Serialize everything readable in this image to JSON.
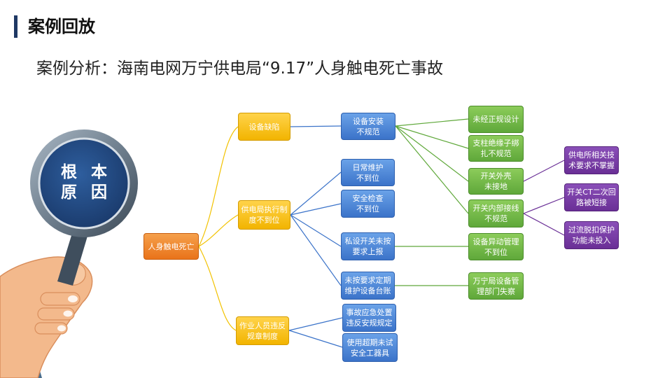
{
  "header": {
    "title": "案例回放",
    "subtitle": "案例分析：海南电网万宁供电局“9.17”人身触电死亡事故"
  },
  "badge": {
    "text": "根 本\n原 因"
  },
  "nodes": {
    "root": "人身触电死亡",
    "l1_defect": "设备缺陷",
    "l1_exec": "供电局执行制\n度不到位",
    "l1_violation": "作业人员违反\n规章制度",
    "l2_install": "设备安装\n不规范",
    "l2_daily": "日常维护\n不到位",
    "l2_safety": "安全检查\n不到位",
    "l2_private": "私设开关未按\n要求上报",
    "l2_ledger": "未按要求定期\n维护设备台账",
    "l2_emergency": "事故应急处置\n违反安规规定",
    "l2_tools": "使用超期未试\n安全工器具",
    "l3_design": "未经正规设计",
    "l3_insulator": "支柱绝缘子绑\n扎不规范",
    "l3_shell": "开关外壳\n未接地",
    "l3_wiring": "开关内部接线\n不规范",
    "l3_change": "设备异动管理\n不到位",
    "l3_mgmt": "万宁局设备管\n理部门失察",
    "l4_tech": "供电所相关技\n术要求不掌握",
    "l4_ct": "开关CT二次回\n路被短接",
    "l4_protect": "过流脱扣保护\n功能未投入"
  },
  "colors": {
    "root": "#e9731a",
    "level1": "#f2b400",
    "level2": "#3b73c9",
    "level3": "#5fa83a",
    "level4": "#6a2f96"
  }
}
